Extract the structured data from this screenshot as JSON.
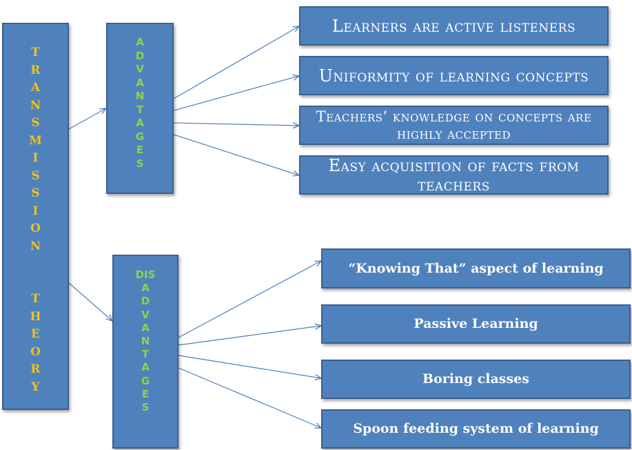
{
  "root": {
    "letters": [
      "T",
      "R",
      "A",
      "N",
      "S",
      "M",
      "I",
      "S",
      "S",
      "I",
      "O",
      "N",
      "",
      "",
      "T",
      "H",
      "E",
      "O",
      "R",
      "Y"
    ]
  },
  "advantages": {
    "letters": [
      "A",
      "D",
      "V",
      "A",
      "N",
      "T",
      "A",
      "G",
      "E",
      "S"
    ],
    "items": [
      "Learners are active listeners",
      "Uniformity of learning concepts",
      "Teachers’ knowledge on concepts are highly accepted",
      "Easy acquisition of facts from teachers"
    ]
  },
  "disadvantages": {
    "letters": [
      "DIS",
      "A",
      "D",
      "V",
      "A",
      "N",
      "T",
      "A",
      "G",
      "E",
      "S"
    ],
    "items": [
      "“Knowing That”  aspect of learning",
      "Passive Learning",
      "Boring classes",
      "Spoon feeding system of learning"
    ]
  },
  "colors": {
    "box_fill": "#4f81bd",
    "root_text": "#f0c419",
    "branch_text": "#92d050",
    "arrow": "#4a7ebb"
  }
}
